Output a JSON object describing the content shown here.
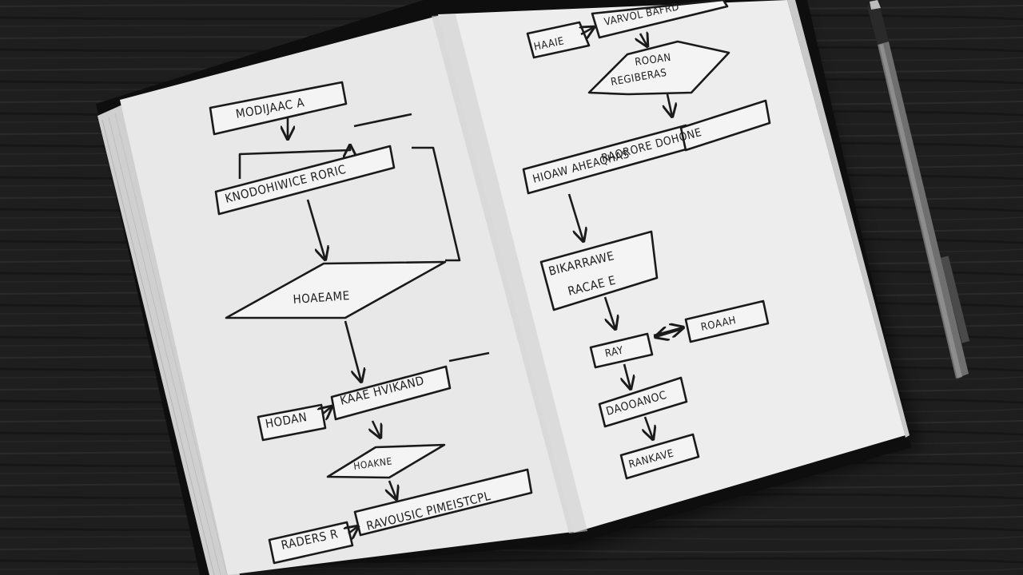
{
  "left_page": {
    "box1": "MODIJAAC A",
    "box2": "KNODOHIWICE RORIC",
    "diamond1": "HOAEAME",
    "box3a": "HODAN",
    "box3b": "KAAE HVIKAND",
    "diamond2": "HOAKNE",
    "box4a": "RADERS R",
    "box4b": "RAVOUSIC PIMEISTCPL"
  },
  "right_page": {
    "box1a": "HAAIE",
    "box1b": "VARVOL BAFRD",
    "diamond1_line1": "ROOAN",
    "diamond1_line2": "REGIBERAS",
    "box2a": "HIOAW AHEAQHAS",
    "box2b": "RAORORE DOHONE",
    "box3_line1": "BIKARRAWE",
    "box3_line2": "RACAE E",
    "box4": "RAY",
    "box5": "ROAAH",
    "box6": "DAOOANOC",
    "box7": "RANKAVE"
  }
}
